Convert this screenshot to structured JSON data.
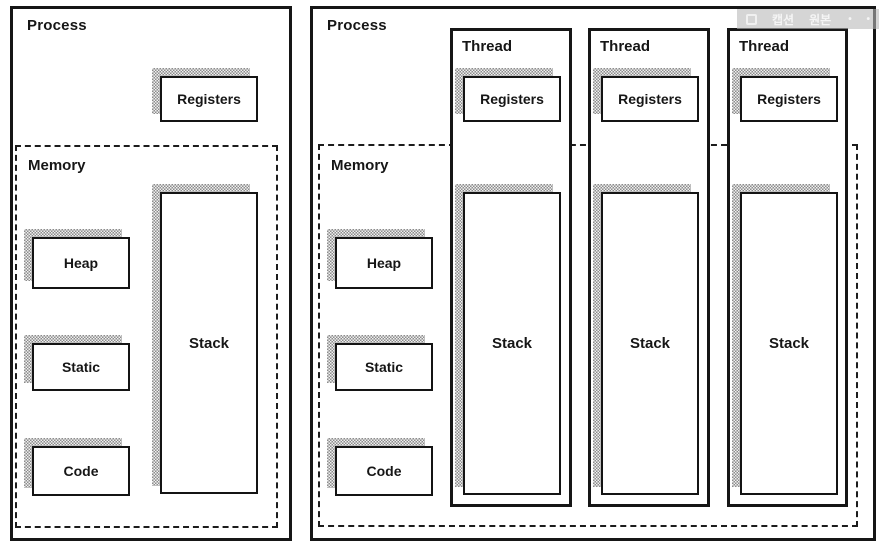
{
  "overlay": {
    "caption_label": "캡션",
    "source_label": "원본",
    "more_label": "• •"
  },
  "left_panel": {
    "title": "Process",
    "registers_label": "Registers",
    "memory": {
      "title": "Memory",
      "heap_label": "Heap",
      "static_label": "Static",
      "code_label": "Code"
    },
    "stack_label": "Stack"
  },
  "right_panel": {
    "title": "Process",
    "memory": {
      "title": "Memory",
      "heap_label": "Heap",
      "static_label": "Static",
      "code_label": "Code"
    },
    "threads": [
      {
        "title": "Thread",
        "registers_label": "Registers",
        "stack_label": "Stack"
      },
      {
        "title": "Thread",
        "registers_label": "Registers",
        "stack_label": "Stack"
      },
      {
        "title": "Thread",
        "registers_label": "Registers",
        "stack_label": "Stack"
      }
    ]
  },
  "colors": {
    "line": "#161616",
    "shadow_dark": "#8c8c8c",
    "shadow_light": "#f0f0f0",
    "background": "#ffffff",
    "overlay_background": "rgba(185,185,185,0.6)",
    "overlay_text": "#f5f5f5"
  }
}
